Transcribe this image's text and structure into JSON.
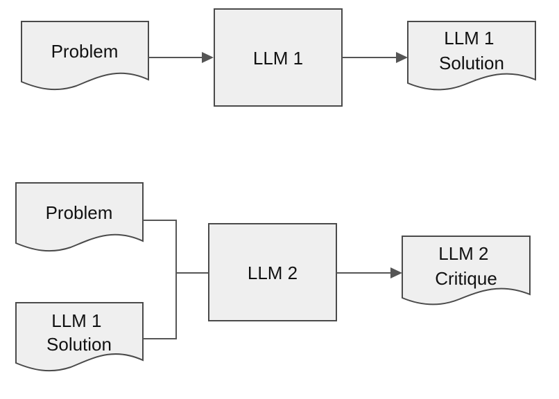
{
  "diagram_top": {
    "problem_doc": {
      "lines": [
        "Problem"
      ]
    },
    "llm1_box": {
      "lines": [
        "LLM 1"
      ]
    },
    "solution_doc": {
      "lines": [
        "LLM 1",
        "Solution"
      ]
    }
  },
  "diagram_bottom": {
    "problem_doc": {
      "lines": [
        "Problem"
      ]
    },
    "solution_doc": {
      "lines": [
        "LLM 1",
        "Solution"
      ]
    },
    "llm2_box": {
      "lines": [
        "LLM 2"
      ]
    },
    "critique_doc": {
      "lines": [
        "LLM 2",
        "Critique"
      ]
    }
  },
  "colors": {
    "shape_fill": "#efefef",
    "shape_stroke": "#4a4a4a",
    "edge": "#555555",
    "text": "#111111"
  }
}
